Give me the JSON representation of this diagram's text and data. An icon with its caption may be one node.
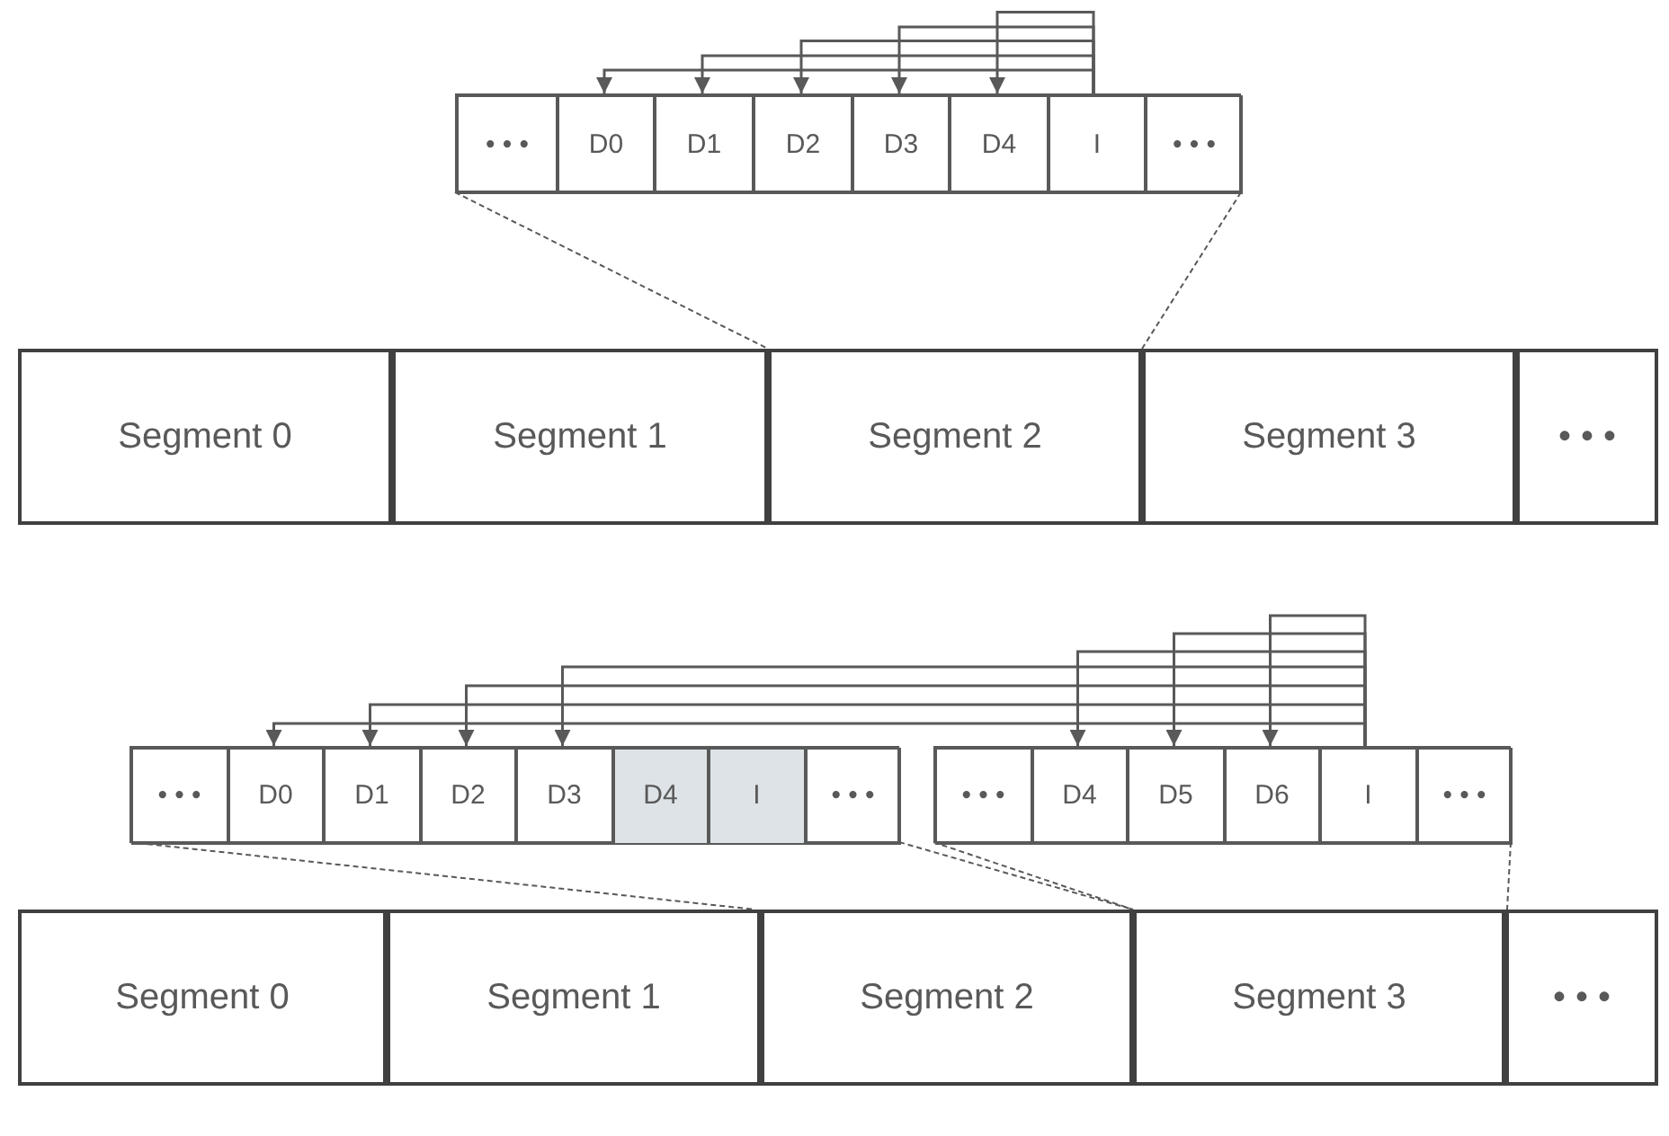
{
  "diagram": {
    "nodes": [
      {
        "text": [],
        "shape": "box"
      },
      {
        "text": [
          "• • •"
        ],
        "in": 0
      },
      {
        "text": [
          "D0"
        ],
        "in": 0
      },
      {
        "text": [
          "D1"
        ],
        "in": 0
      },
      {
        "text": [
          "D2"
        ],
        "in": 0
      },
      {
        "text": [
          "D3"
        ],
        "in": 0
      },
      {
        "text": [
          "D4"
        ],
        "in": 0
      },
      {
        "text": [
          "I"
        ],
        "in": 0
      },
      {
        "text": [
          "• • •"
        ],
        "in": 0
      },
      {
        "text": [
          "Segment 0"
        ]
      },
      {
        "text": [
          "Segment 1"
        ]
      },
      {
        "text": [
          "Segment 2"
        ]
      },
      {
        "text": [
          "Segment 3"
        ]
      },
      {
        "text": [
          "• • •"
        ]
      },
      {
        "text": [],
        "shape": "box"
      },
      {
        "text": [
          "• • •"
        ],
        "in": 14
      },
      {
        "text": [
          "D0"
        ],
        "in": 14
      },
      {
        "text": [
          "D1"
        ],
        "in": 14
      },
      {
        "text": [
          "D2"
        ],
        "in": 14
      },
      {
        "text": [
          "D3"
        ],
        "in": 14
      },
      {
        "text": [
          "D4"
        ],
        "in": 14
      },
      {
        "text": [
          "I"
        ],
        "in": 14
      },
      {
        "text": [
          "• • •"
        ],
        "in": 14
      },
      {
        "text": [],
        "shape": "box"
      },
      {
        "text": [
          "• • •"
        ],
        "in": 23
      },
      {
        "text": [
          "D4"
        ],
        "in": 23
      },
      {
        "text": [
          "D5"
        ],
        "in": 23
      },
      {
        "text": [
          "D6"
        ],
        "in": 23
      },
      {
        "text": [
          "I"
        ],
        "in": 23
      },
      {
        "text": [
          "• • •"
        ],
        "in": 23
      },
      {
        "text": [
          "Segment 0"
        ]
      },
      {
        "text": [
          "Segment 1"
        ]
      },
      {
        "text": [
          "Segment 2"
        ]
      },
      {
        "text": [
          "Segment 3"
        ]
      },
      {
        "text": [
          "• • •"
        ]
      }
    ],
    "edges": [
      {
        "from": 7,
        "to": 2,
        "arrow": "to"
      },
      {
        "from": 7,
        "to": 3,
        "arrow": "to"
      },
      {
        "from": 7,
        "to": 4,
        "arrow": "to"
      },
      {
        "from": 7,
        "to": 5,
        "arrow": "to"
      },
      {
        "from": 7,
        "to": 6,
        "arrow": "to"
      },
      {
        "from": 0,
        "to": 11,
        "arrow": "none",
        "style": "dashed"
      },
      {
        "from": 0,
        "to": 11,
        "arrow": "none",
        "style": "dashed"
      },
      {
        "from": 28,
        "to": 16,
        "arrow": "to"
      },
      {
        "from": 28,
        "to": 17,
        "arrow": "to"
      },
      {
        "from": 28,
        "to": 18,
        "arrow": "to"
      },
      {
        "from": 28,
        "to": 19,
        "arrow": "to"
      },
      {
        "from": 28,
        "to": 25,
        "arrow": "to"
      },
      {
        "from": 28,
        "to": 26,
        "arrow": "to"
      },
      {
        "from": 28,
        "to": 27,
        "arrow": "to"
      },
      {
        "from": 14,
        "to": 32,
        "arrow": "none",
        "style": "dashed"
      },
      {
        "from": 14,
        "to": 32,
        "arrow": "none",
        "style": "dashed"
      },
      {
        "from": 23,
        "to": 33,
        "arrow": "none",
        "style": "dashed"
      },
      {
        "from": 23,
        "to": 33,
        "arrow": "none",
        "style": "dashed"
      }
    ]
  }
}
